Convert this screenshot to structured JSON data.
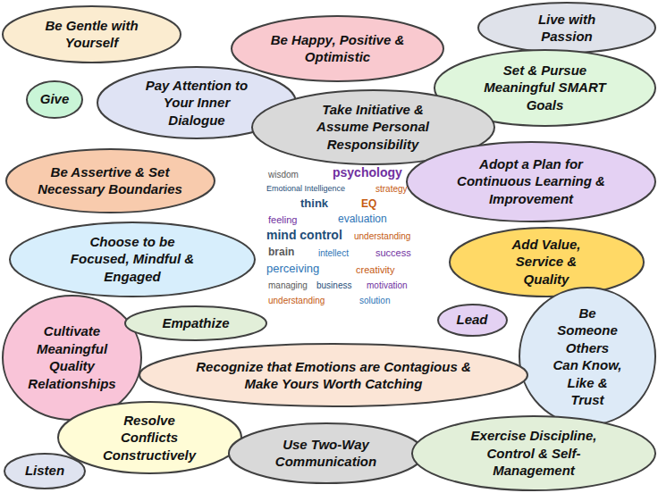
{
  "diagram": {
    "nodes": [
      {
        "text": [
          "Be Gentle with Yourself"
        ]
      },
      {
        "text": [
          "Be Happy, Positive & Optimistic"
        ]
      },
      {
        "text": [
          "Live with Passion"
        ]
      },
      {
        "text": [
          "Give"
        ]
      },
      {
        "text": [
          "Pay Attention to Your Inner Dialogue"
        ]
      },
      {
        "text": [
          "Set & Pursue Meaningful SMART Goals"
        ]
      },
      {
        "text": [
          "Take Initiative & Assume Personal Responsibility"
        ]
      },
      {
        "text": [
          "Be Assertive & Set Necessary Boundaries"
        ]
      },
      {
        "text": [
          "Adopt a Plan for Continuous Learning & Improvement"
        ]
      },
      {
        "text": [
          "Choose to be Focused, Mindful & Engaged"
        ]
      },
      {
        "text": [
          "Add Value, Service & Quality"
        ]
      },
      {
        "text": [
          "Cultivate Meaningful Quality Relationships"
        ]
      },
      {
        "text": [
          "Empathize"
        ]
      },
      {
        "text": [
          "Lead"
        ]
      },
      {
        "text": [
          "Be Someone Others Can Know, Like & Trust"
        ]
      },
      {
        "text": [
          "Recognize that Emotions are Contagious & Make Yours Worth Catching"
        ]
      },
      {
        "text": [
          "Resolve Conflicts Constructively"
        ]
      },
      {
        "text": [
          "Use Two-Way Communication"
        ]
      },
      {
        "text": [
          "Exercise Discipline, Control & Self-Management"
        ]
      },
      {
        "text": [
          "Listen"
        ]
      }
    ],
    "labels": [
      "wisdom",
      "psychology",
      "Emotional Intelligence",
      "strategy",
      "think",
      "EQ",
      "feeling",
      "evaluation",
      "mind control",
      "understanding",
      "brain",
      "intellect",
      "success",
      "perceiving",
      "creativity",
      "managing",
      "business",
      "motivation",
      "understanding",
      "solution"
    ]
  }
}
